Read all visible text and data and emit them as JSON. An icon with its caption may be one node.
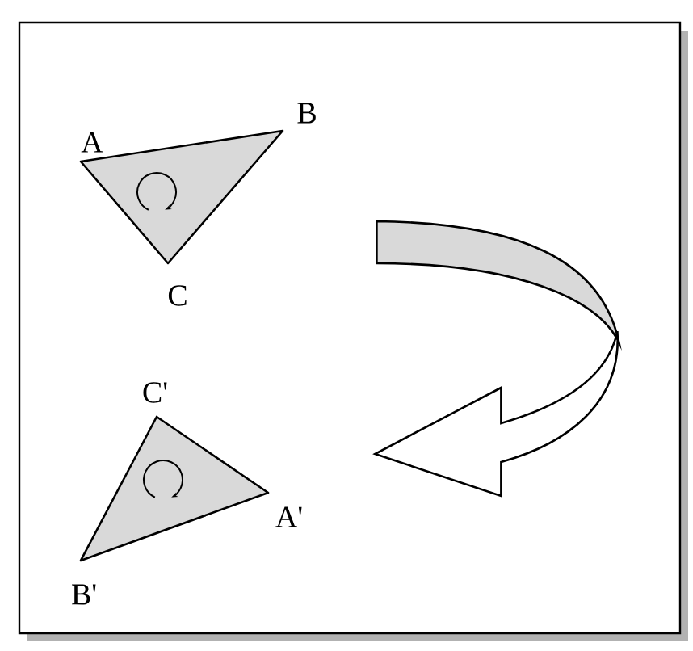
{
  "diagram": {
    "nodes": [
      {
        "text": [],
        "shape": "triangle",
        "beside": [
          "A",
          "B",
          "C"
        ]
      },
      {
        "text": [],
        "shape": "triangle",
        "beside": [
          "C'",
          "A'",
          "B'"
        ]
      }
    ],
    "edges": [
      {
        "from": 0,
        "to": 1,
        "arrow": "to"
      }
    ]
  }
}
